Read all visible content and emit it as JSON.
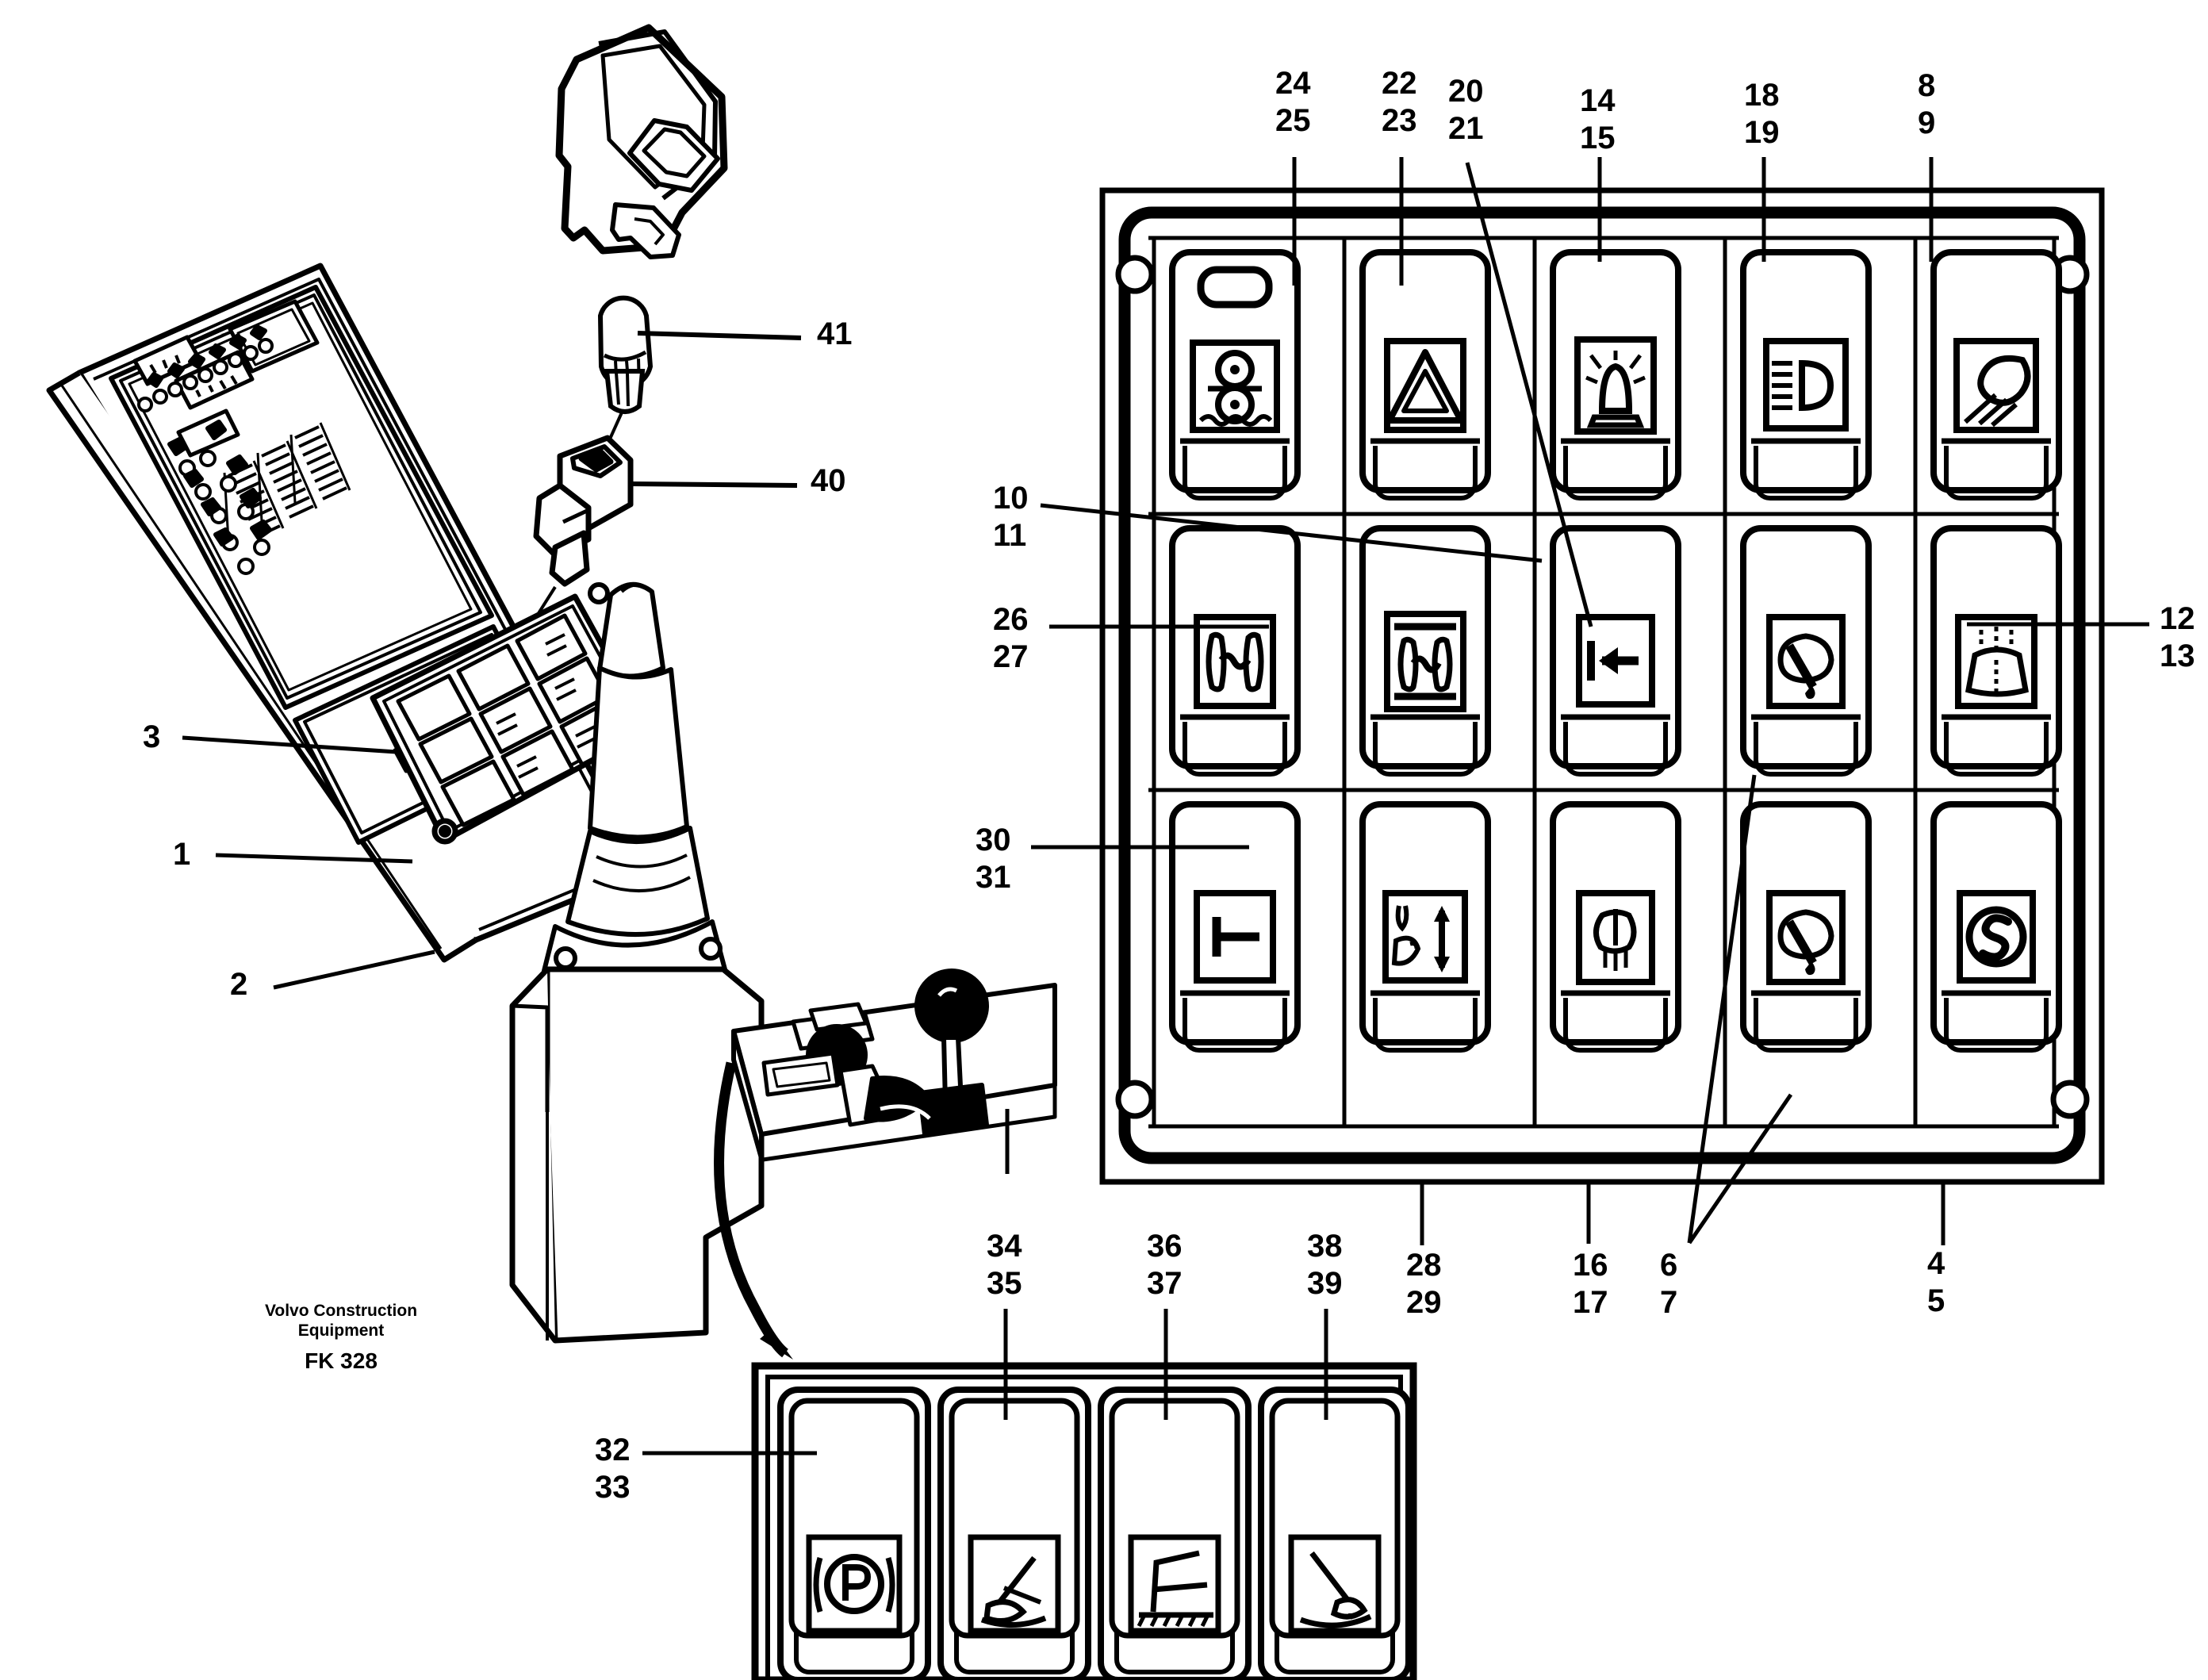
{
  "document": {
    "type": "parts-exploded-diagram",
    "brand_line1": "Volvo Construction",
    "brand_line2": "Equipment",
    "drawing_code": "FK 328"
  },
  "callouts": {
    "top_row": [
      {
        "id": "c24-25",
        "text": "24\n25",
        "targets": "switch-r1c1"
      },
      {
        "id": "c22-23",
        "text": "22\n23",
        "targets": "switch-r1c2"
      },
      {
        "id": "c20-21",
        "text": "20\n21",
        "targets": "switch-r2c3"
      },
      {
        "id": "c14-15",
        "text": "14\n15",
        "targets": "switch-r1c3"
      },
      {
        "id": "c18-19",
        "text": "18\n19",
        "targets": "switch-r1c4"
      },
      {
        "id": "c8-9",
        "text": "8\n9",
        "targets": "switch-r1c5"
      }
    ],
    "left_side": [
      {
        "id": "c10-11",
        "text": "10\n11",
        "targets": "switch-r2c2"
      },
      {
        "id": "c26-27",
        "text": "26\n27",
        "targets": "switch-r2c1"
      },
      {
        "id": "c30-31",
        "text": "30\n31",
        "targets": "switch-r3c1"
      }
    ],
    "right_side": [
      {
        "id": "c12-13",
        "text": "12\n13",
        "targets": "switch-r2c5"
      }
    ],
    "bottom_row": [
      {
        "id": "c28-29",
        "text": "28\n29",
        "targets": "switch-r3c2"
      },
      {
        "id": "c16-17",
        "text": "16\n17",
        "targets": "switch-r3c3"
      },
      {
        "id": "c6-7",
        "text": "6\n7",
        "targets": "switch-r2c4-and-r3c4"
      },
      {
        "id": "c4-5",
        "text": "4\n5",
        "targets": "switch-r3c5"
      }
    ],
    "lower_panel": [
      {
        "id": "c32-33",
        "text": "32\n33",
        "targets": "lower-switch-1"
      },
      {
        "id": "c34-35",
        "text": "34\n35",
        "targets": "lower-switch-2"
      },
      {
        "id": "c36-37",
        "text": "36\n37",
        "targets": "lower-switch-3"
      },
      {
        "id": "c38-39",
        "text": "38\n39",
        "targets": "lower-switch-4"
      }
    ],
    "console": [
      {
        "id": "c3",
        "text": "3",
        "targets": "console-switch-block"
      },
      {
        "id": "c1",
        "text": "1",
        "targets": "console-panel"
      },
      {
        "id": "c2",
        "text": "2",
        "targets": "console-screw"
      }
    ],
    "exploded": [
      {
        "id": "c41",
        "text": "41",
        "targets": "bulb"
      },
      {
        "id": "c40",
        "text": "40",
        "targets": "bulb-holder"
      }
    ]
  },
  "main_panel": {
    "name": "switch-panel-15",
    "rows": 3,
    "cols": 5,
    "switches": [
      {
        "pos": "r1c1",
        "icon": "ride-control-icon",
        "has_cap": true
      },
      {
        "pos": "r1c2",
        "icon": "hazard-triangle-icon",
        "has_cap": false
      },
      {
        "pos": "r1c3",
        "icon": "rotating-beacon-icon",
        "has_cap": false
      },
      {
        "pos": "r1c4",
        "icon": "low-beam-headlight-icon",
        "has_cap": false
      },
      {
        "pos": "r1c5",
        "icon": "work-light-icon",
        "has_cap": false
      },
      {
        "pos": "r2c1",
        "icon": "differential-lock-icon",
        "has_cap": false
      },
      {
        "pos": "r2c2",
        "icon": "differential-lock-bars-icon",
        "has_cap": false
      },
      {
        "pos": "r2c3",
        "icon": "arrow-to-bar-icon",
        "has_cap": false
      },
      {
        "pos": "r2c4",
        "icon": "front-wiper-icon",
        "has_cap": false
      },
      {
        "pos": "r2c5",
        "icon": "rear-window-heater-icon",
        "has_cap": false
      },
      {
        "pos": "r3c1",
        "icon": "t-lock-icon",
        "has_cap": false
      },
      {
        "pos": "r3c2",
        "icon": "bucket-float-icon",
        "has_cap": false
      },
      {
        "pos": "r3c3",
        "icon": "washer-fluid-icon",
        "has_cap": false
      },
      {
        "pos": "r3c4",
        "icon": "rear-wiper-icon",
        "has_cap": false
      },
      {
        "pos": "r3c5",
        "icon": "circled-s-icon",
        "has_cap": false
      }
    ],
    "corner_screws": 4
  },
  "lower_panel": {
    "name": "lower-switch-panel-4",
    "switches": [
      {
        "pos": "l1",
        "icon": "parking-brake-p-icon"
      },
      {
        "pos": "l2",
        "icon": "attachment-tilt-icon"
      },
      {
        "pos": "l3",
        "icon": "blade-ground-icon"
      },
      {
        "pos": "l4",
        "icon": "attachment-lower-icon"
      }
    ]
  },
  "console": {
    "name": "operator-instrument-console",
    "has_display": true,
    "has_bar_gauges": true,
    "switch_block_rows": 4,
    "switch_block_cols": 3
  },
  "exploded_parts": {
    "rocker_switch": {
      "name": "rocker-switch-body"
    },
    "bulb": {
      "name": "indicator-bulb"
    },
    "bulb_holder": {
      "name": "bulb-holder"
    }
  },
  "joystick": {
    "name": "joystick-lever",
    "has_base_panel": true,
    "has_arrow_to_lower_panel": true
  }
}
